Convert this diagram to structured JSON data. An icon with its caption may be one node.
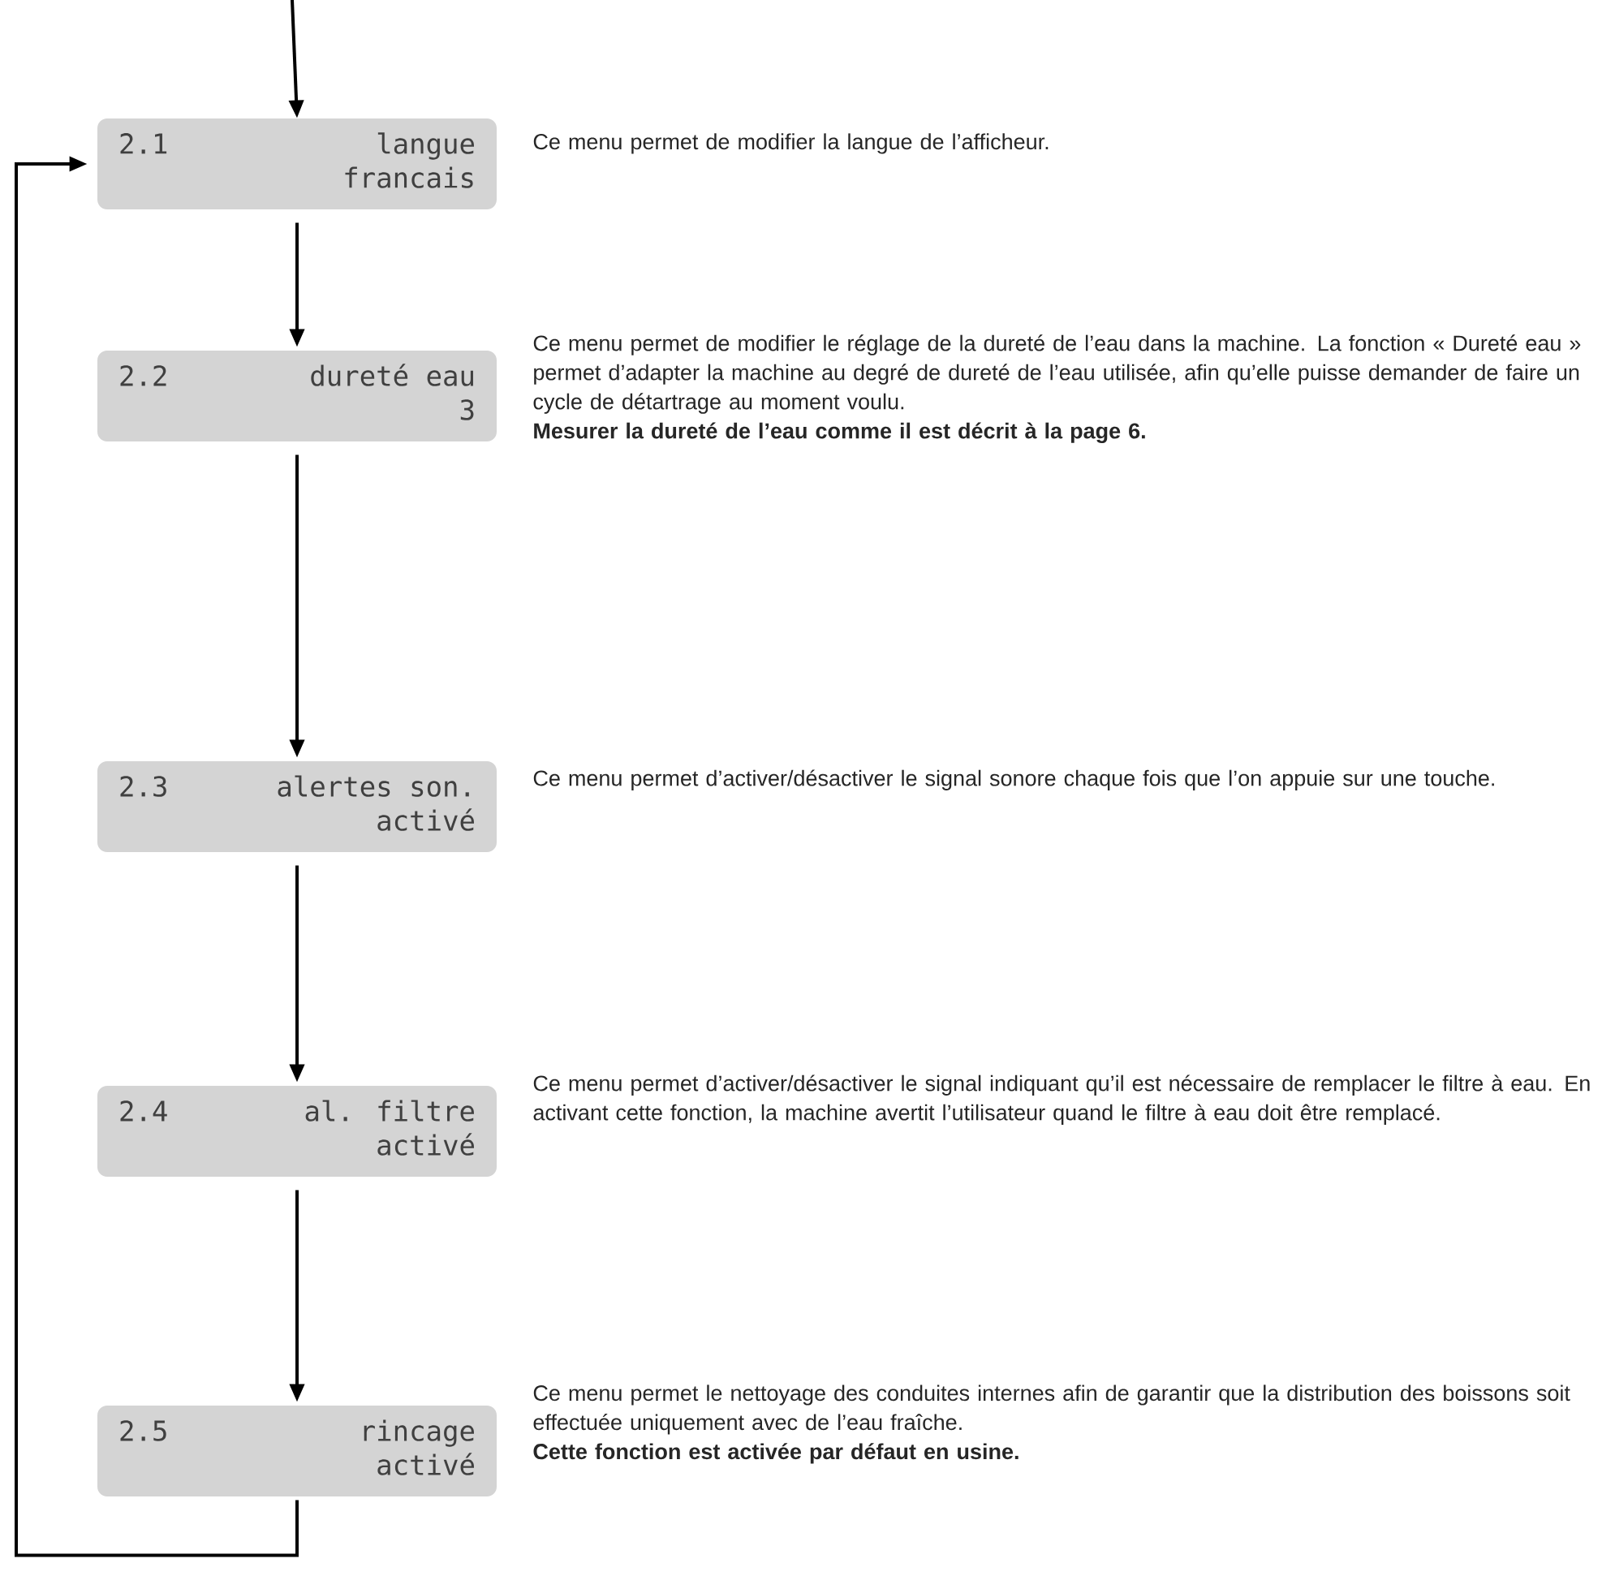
{
  "diagram": {
    "nodes": [
      {
        "text": [
          "2.1",
          "langue",
          "francais"
        ],
        "beside": [
          "Ce menu permet de modifier la langue de l’afficheur."
        ]
      },
      {
        "text": [
          "2.2",
          "dureté eau",
          "3"
        ],
        "beside": [
          "Ce menu permet de modifier le réglage de la dureté de l’eau dans la machine. La fonction « Dureté eau » permet d’adapter la machine au degré de dureté de l’eau utilisée, afin qu’elle puisse demander de faire un cycle de détartrage au moment voulu.",
          "Mesurer la dureté de l’eau comme il est décrit à la page 6."
        ]
      },
      {
        "text": [
          "2.3",
          "alertes son.",
          "activé"
        ],
        "beside": [
          "Ce menu permet d’activer/désactiver le signal sonore chaque fois que l’on appuie sur une touche."
        ]
      },
      {
        "text": [
          "2.4",
          "al. filtre",
          "activé"
        ],
        "beside": [
          "Ce menu permet d’activer/désactiver le signal indiquant qu’il est nécessaire de remplacer le filtre à eau. En activant cette fonction, la machine avertit l’utilisateur quand le filtre à eau doit être remplacé."
        ]
      },
      {
        "text": [
          "2.5",
          "rincage",
          "activé"
        ],
        "beside": [
          "Ce menu permet le nettoyage des conduites internes afin de garantir que la distribution des boissons soit effectuée uniquement avec de l’eau fraîche.",
          "Cette fonction est activée par défaut en usine."
        ]
      }
    ],
    "edges": [
      {
        "from": null,
        "to": 0,
        "arrow": "to"
      },
      {
        "from": 0,
        "to": 1,
        "arrow": "to"
      },
      {
        "from": 1,
        "to": 2,
        "arrow": "to"
      },
      {
        "from": 2,
        "to": 3,
        "arrow": "to"
      },
      {
        "from": 3,
        "to": 4,
        "arrow": "to"
      },
      {
        "from": 4,
        "to": 0,
        "arrow": "to"
      }
    ]
  }
}
